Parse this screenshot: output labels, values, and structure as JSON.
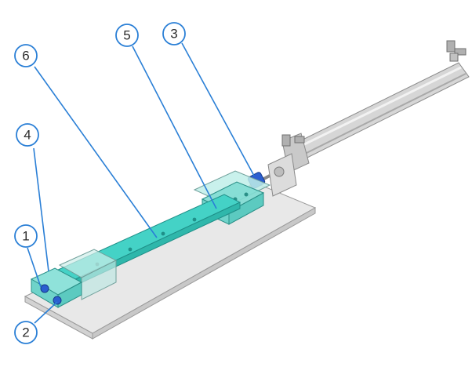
{
  "colors": {
    "leader": "#2a7fd6",
    "callout_ring": "#2a7fd6",
    "callout_fill": "#ffffff",
    "callout_text": "#2b2b2b",
    "base_plate": "#e6e6e6",
    "base_edge": "#9a9a9a",
    "rail": "#3fd0c4",
    "rail_edge": "#1f8f88",
    "carriage": "#8fe0d9",
    "cylinder": "#cfcfcf",
    "cylinder_edge": "#8a8a8a",
    "fitting": "#2b5fd0"
  },
  "callouts": [
    {
      "id": "1",
      "label": "1"
    },
    {
      "id": "2",
      "label": "2"
    },
    {
      "id": "3",
      "label": "3"
    },
    {
      "id": "4",
      "label": "4"
    },
    {
      "id": "5",
      "label": "5"
    },
    {
      "id": "6",
      "label": "6"
    }
  ]
}
